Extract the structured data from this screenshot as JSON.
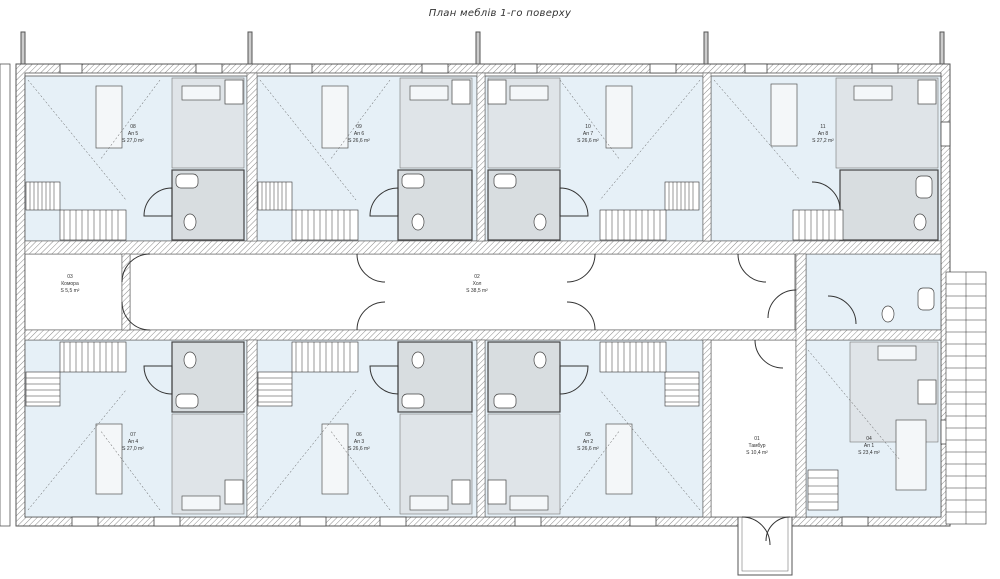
{
  "title": "План меблів 1-го поверху",
  "rooms": {
    "r08": {
      "num": "08",
      "name": "Ап 5",
      "area": "S  27,0 m²"
    },
    "r09": {
      "num": "09",
      "name": "Ап 6",
      "area": "S  26,6 m²"
    },
    "r10": {
      "num": "10",
      "name": "Ап 7",
      "area": "S  26,6 m²"
    },
    "r11": {
      "num": "11",
      "name": "Ап 8",
      "area": "S  27,2 m²"
    },
    "r03": {
      "num": "03",
      "name": "Комора",
      "area": "S  5,5 m²"
    },
    "r02": {
      "num": "02",
      "name": "Хол",
      "area": "S  38,5 m²"
    },
    "r07": {
      "num": "07",
      "name": "Ап 4",
      "area": "S  27,0 m²"
    },
    "r06": {
      "num": "06",
      "name": "Ап 3",
      "area": "S  26,6 m²"
    },
    "r05": {
      "num": "05",
      "name": "Ап 2",
      "area": "S  26,6 m²"
    },
    "r01": {
      "num": "01",
      "name": "Тамбур",
      "area": "S  10,4 m²"
    },
    "r04": {
      "num": "04",
      "name": "Ап 1",
      "area": "S  23,4 m²"
    }
  },
  "colors": {
    "wall_hatch": "#9a9a9a",
    "room_fill": "#e6f0f7",
    "furniture": "#6f6f6f"
  }
}
